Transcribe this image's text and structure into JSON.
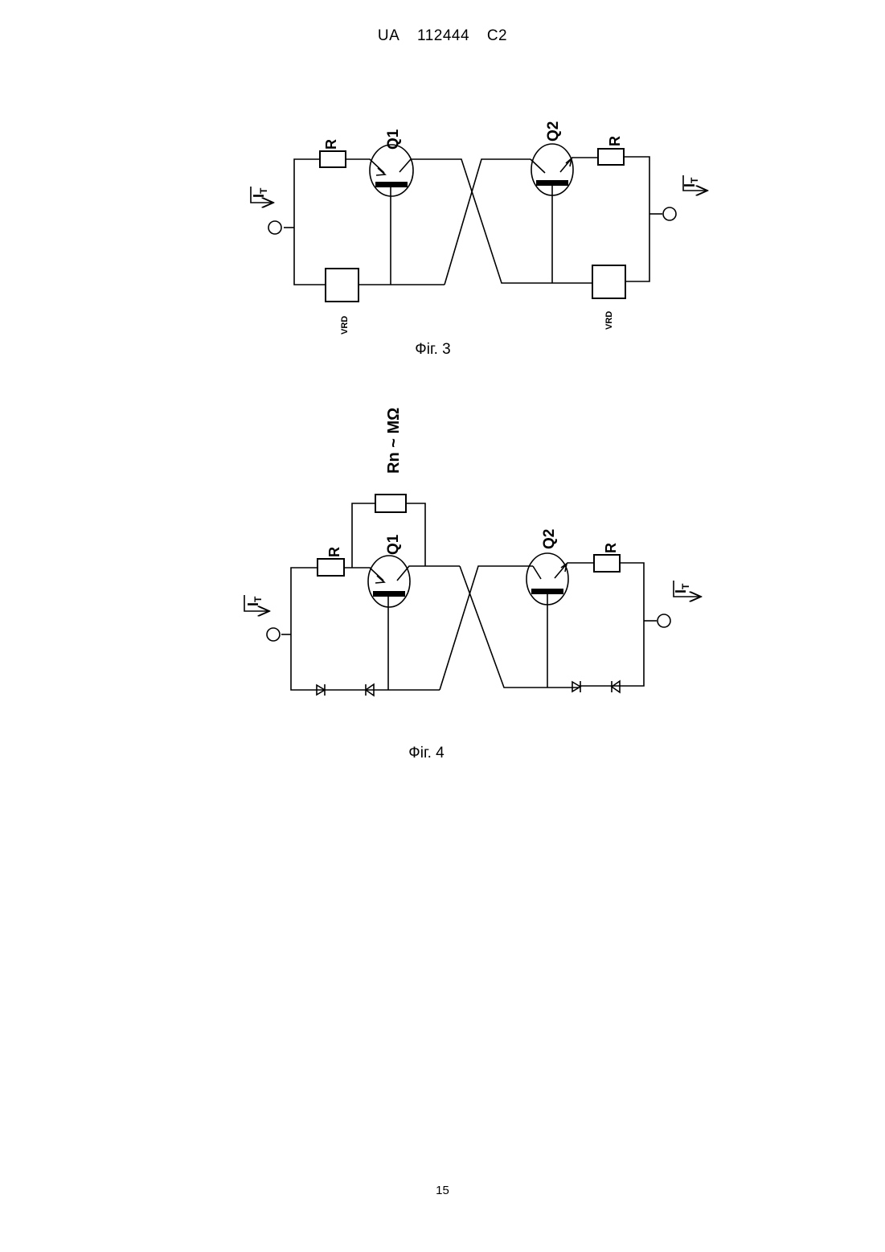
{
  "header": {
    "country": "UA",
    "number": "112444",
    "kind": "C2"
  },
  "fig3": {
    "caption": "Фіг. 3",
    "labels": {
      "q1": "Q1",
      "q2": "Q2",
      "r_left": "R",
      "r_right": "R",
      "current_left": "I",
      "current_left_sub": "T",
      "current_right": "I",
      "current_right_sub": "T",
      "vrd_left": "VRD",
      "vrd_right": "VRD"
    }
  },
  "fig4": {
    "caption": "Фіг. 4",
    "labels": {
      "rn": "Rn ~ MΩ",
      "q1": "Q1",
      "q2": "Q2",
      "r_left": "R",
      "r_right": "R",
      "current_left": "I",
      "current_left_sub": "T",
      "current_right": "I",
      "current_right_sub": "T"
    }
  },
  "page_number": "15"
}
